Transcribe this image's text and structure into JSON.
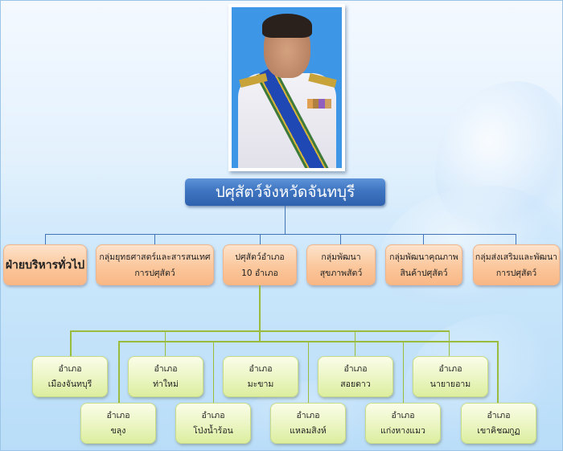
{
  "chart": {
    "title": "ปศุสัตว์จังหวัดจันทบุรี",
    "photo": {
      "alt": "portrait of provincial livestock officer in white ceremonial uniform"
    },
    "colors": {
      "title_fill": "#3f74c0",
      "blue_connector": "#4273b8",
      "green_connector": "#9bbb3c",
      "orange_fill": "#fbc79c",
      "green_fill": "#eaf5c2",
      "background": "#c9e6fb"
    },
    "departments": [
      {
        "line1": "ฝ่ายบริหารทั่วไป",
        "line2": ""
      },
      {
        "line1": "กลุ่มยุทธศาสตร์และสารสนเทศ",
        "line2": "การปศุสัตว์"
      },
      {
        "line1": "ปศุสัตว์อำเภอ",
        "line2": "10 อำเภอ"
      },
      {
        "line1": "กลุ่มพัฒนา",
        "line2": "สุขภาพสัตว์"
      },
      {
        "line1": "กลุ่มพัฒนาคุณภาพ",
        "line2": "สินค้าปศุสัตว์"
      },
      {
        "line1": "กลุ่มส่งเสริมและพัฒนา",
        "line2": "การปศุสัตว์"
      }
    ],
    "districts_row1": [
      {
        "prefix": "อำเภอ",
        "name": "เมืองจันทบุรี"
      },
      {
        "prefix": "อำเภอ",
        "name": "ท่าใหม่"
      },
      {
        "prefix": "อำเภอ",
        "name": "มะขาม"
      },
      {
        "prefix": "อำเภอ",
        "name": "สอยดาว"
      },
      {
        "prefix": "อำเภอ",
        "name": "นายายอาม"
      }
    ],
    "districts_row2": [
      {
        "prefix": "อำเภอ",
        "name": "ขลุง"
      },
      {
        "prefix": "อำเภอ",
        "name": "โป่งน้ำร้อน"
      },
      {
        "prefix": "อำเภอ",
        "name": "แหลมสิงห์"
      },
      {
        "prefix": "อำเภอ",
        "name": "แก่งหางแมว"
      },
      {
        "prefix": "อำเภอ",
        "name": "เขาคิชฌกูฏ"
      }
    ]
  }
}
